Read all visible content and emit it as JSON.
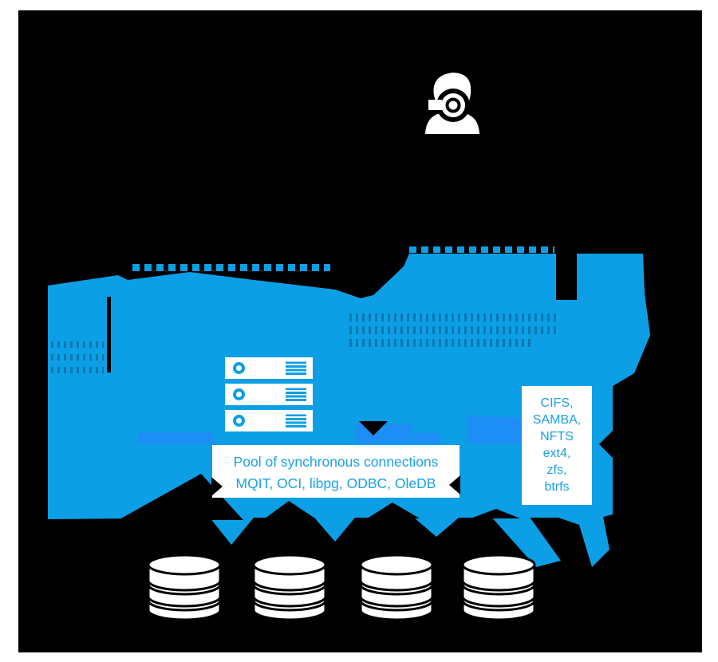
{
  "diagram": {
    "description": "architecture-diagram-on-black",
    "colors": {
      "background": "#000000",
      "page_margin": "#ffffff",
      "primary_blue": "#0c9fe5",
      "accent_blue": "#1e8ef7",
      "box_text_blue": "#1ba1e6"
    },
    "person_icon": {
      "name": "admin-user-gear-icon"
    },
    "server_stack": {
      "count": 3
    },
    "pool_box": {
      "line1": "Pool of synchronous connections",
      "line2": "MQIT, OCI, libpg, ODBC, OleDB"
    },
    "fs_box": {
      "lines": [
        "CIFS,",
        "SAMBA,",
        "NFTS",
        "ext4,",
        "zfs,",
        "btrfs"
      ]
    },
    "databases": {
      "count": 4
    }
  }
}
